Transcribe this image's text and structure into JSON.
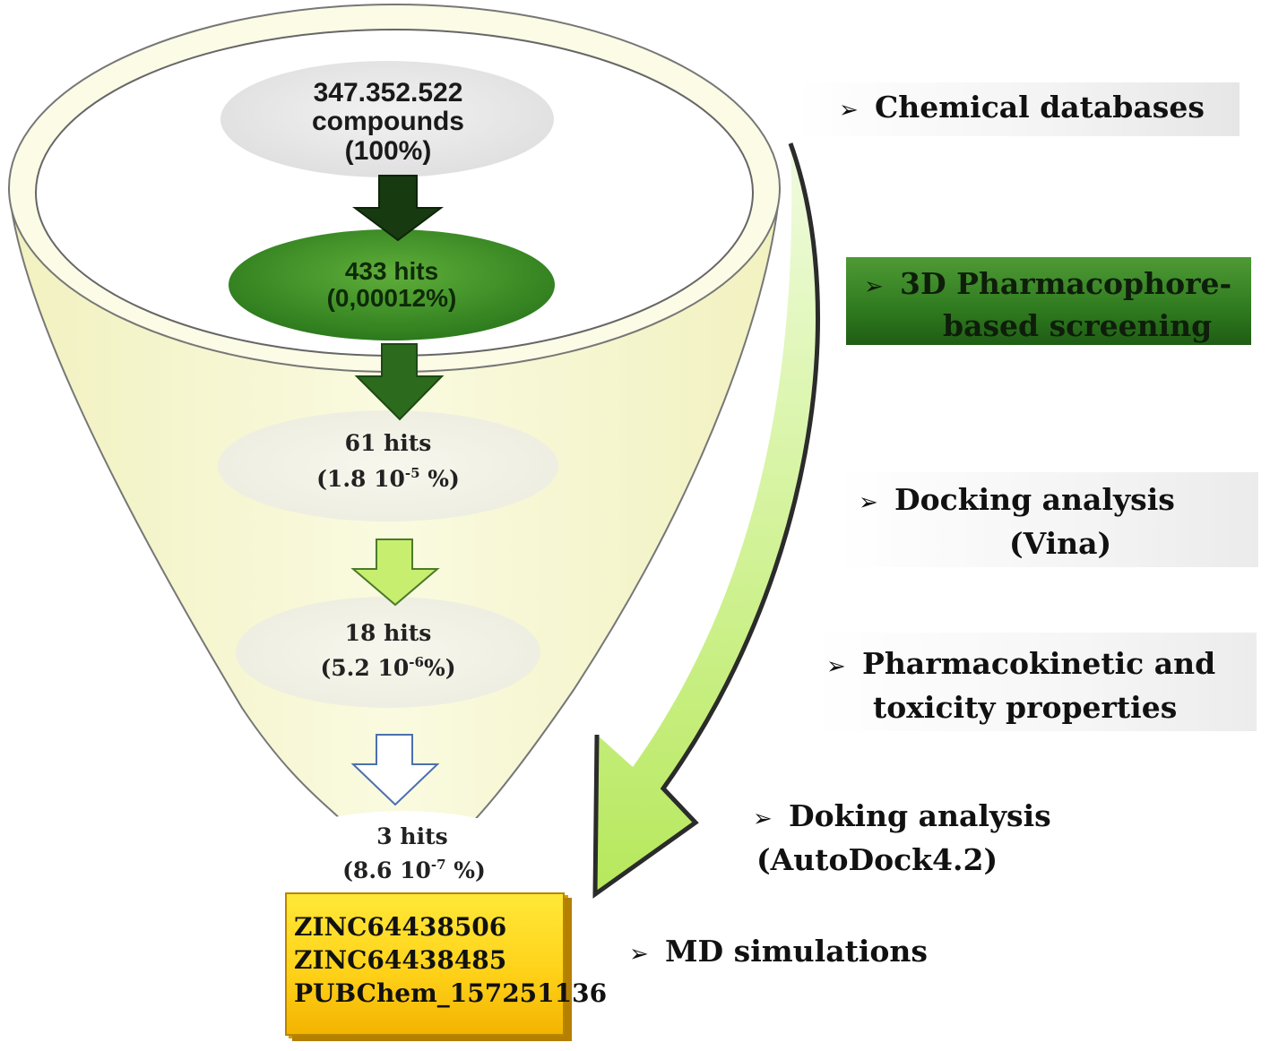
{
  "funnel": {
    "stages": [
      {
        "line1": "347.352.522",
        "line2": "compounds",
        "line3": "(100%)"
      },
      {
        "line1": "433 hits",
        "line2": "(0,00012%)"
      },
      {
        "line1": "61 hits",
        "line2": "(1.8 10",
        "sup": "-5",
        "line2b": " %)"
      },
      {
        "line1": "18 hits",
        "line2": "(5.2 10",
        "sup": "-6",
        "line2b": "%)"
      },
      {
        "line1": "3 hits",
        "line2": "(8.6 10",
        "sup": "-7",
        "line2b": " %)"
      }
    ],
    "results": [
      "ZINC64438506",
      "ZINC64438485",
      "PUBChem_157251136"
    ]
  },
  "steps": [
    {
      "bullet": "➢",
      "lines": [
        "Chemical databases"
      ]
    },
    {
      "bullet": "➢",
      "lines": [
        "3D Pharmacophore-",
        "based screening"
      ]
    },
    {
      "bullet": "➢",
      "lines": [
        "Docking analysis",
        "(Vina)"
      ]
    },
    {
      "bullet": "➢",
      "lines": [
        "Pharmacokinetic and",
        "toxicity properties"
      ]
    },
    {
      "bullet": "➢",
      "lines": [
        "Doking analysis",
        "(AutoDock4.2)"
      ]
    },
    {
      "bullet": "➢",
      "lines": [
        "MD simulations"
      ]
    }
  ],
  "colors": {
    "funnel_fill": "#f4f4c9",
    "dark_green": "#1f3d14",
    "mid_green": "#2f7a1f",
    "light_green": "#c6ef6a",
    "result_yellow": "#ffd21a"
  }
}
